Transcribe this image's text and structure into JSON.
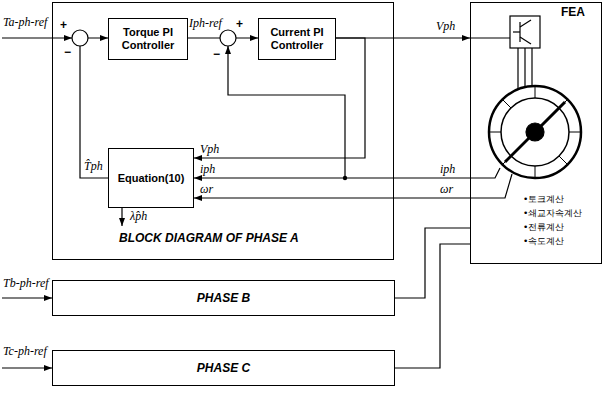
{
  "diagram": {
    "nodes": [
      {
        "text": [
          "BLOCK DIAGRAM OF PHASE A"
        ]
      },
      {
        "text": [
          "Torque PI Controller"
        ],
        "in": 0
      },
      {
        "text": [
          "Current PI Controller"
        ],
        "in": 0
      },
      {
        "text": [
          "Equation(10)"
        ],
        "in": 0
      },
      {
        "text": [
          "PHASE B"
        ]
      },
      {
        "text": [
          "PHASE C"
        ]
      },
      {
        "text": [
          "FEA",
          "•토크계산",
          "•쇄교자속계산",
          "•전류계산",
          "•속도계산"
        ]
      }
    ],
    "edges": [
      {
        "from": 1,
        "to": 2,
        "arrow": "to"
      },
      {
        "from": 2,
        "to": 6,
        "arrow": "to"
      },
      {
        "from": 2,
        "to": 3,
        "arrow": "to"
      },
      {
        "from": 6,
        "to": 3,
        "arrow": "to"
      },
      {
        "from": 6,
        "to": 3,
        "arrow": "to"
      },
      {
        "from": 3,
        "to": 1,
        "arrow": "to"
      },
      {
        "from": 4,
        "to": 6,
        "arrow": "none"
      },
      {
        "from": 5,
        "to": 6,
        "arrow": "none"
      }
    ],
    "labels": [
      "Ta-ph-ref",
      "+",
      "−",
      "Iph-ref",
      "+",
      "−",
      "Vph",
      "T̂ph",
      "Vph",
      "iph",
      "ωr",
      "λ̂ph",
      "iph",
      "ωr",
      "Tb-ph-ref",
      "Tc-ph-ref"
    ]
  }
}
